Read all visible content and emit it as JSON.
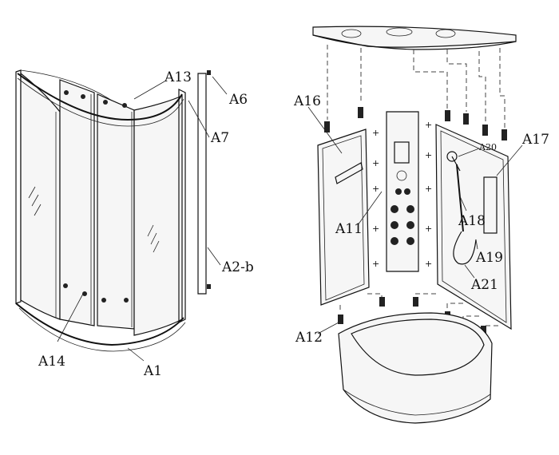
{
  "labels": {
    "a1": "A1",
    "a2b": "A2-b",
    "a6": "A6",
    "a7": "A7",
    "a11": "A11",
    "a12": "A12",
    "a13": "A13",
    "a14": "A14",
    "a16": "A16",
    "a17": "A17",
    "a18": "A18",
    "a19": "A19",
    "a20": "A20",
    "a21": "A21"
  }
}
